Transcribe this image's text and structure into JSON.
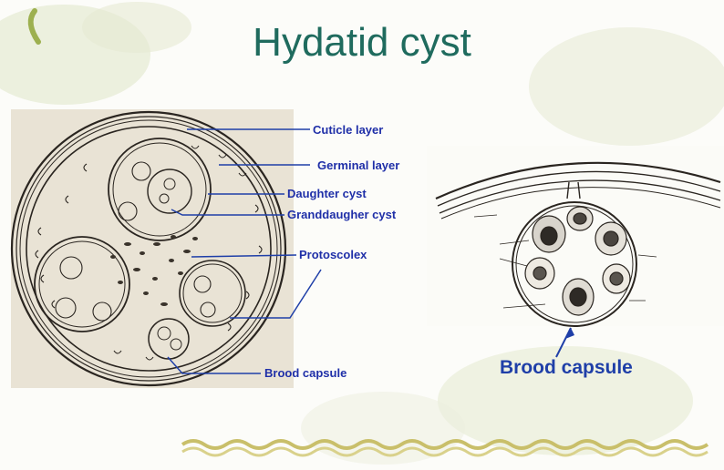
{
  "slide": {
    "title": "Hydatid cyst",
    "left_figure": {
      "labels": {
        "cuticle": "Cuticle layer",
        "germinal": "Germinal layer",
        "daughter": "Daughter cyst",
        "granddaughter": "Granddaugher cyst",
        "protoscolex": "Protoscolex",
        "brood": "Brood capsule"
      }
    },
    "right_figure": {
      "caption": "Brood capsule"
    }
  },
  "colors": {
    "title": "#1f6b5e",
    "label": "#1f2fa8",
    "leader_line": "#1f3fa8",
    "ink": "#2a2520"
  }
}
